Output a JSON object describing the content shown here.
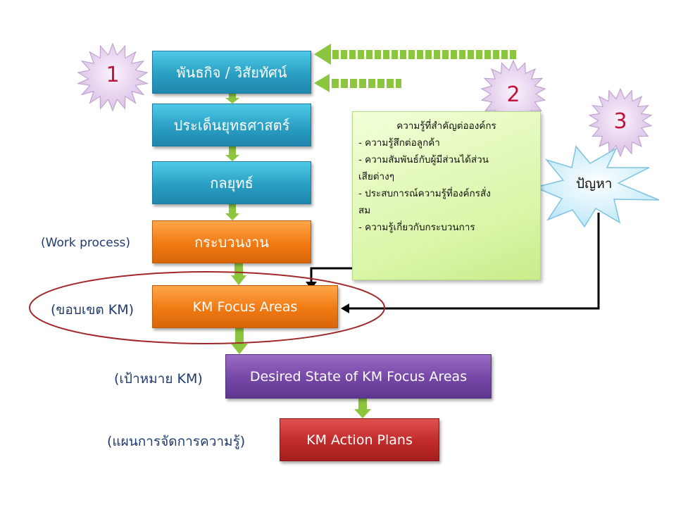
{
  "flow": {
    "mission": "พันธกิจ / วิสัยทัศน์",
    "strategic_issues": "ประเด็นยุทธศาสตร์",
    "strategy": "กลยุทธ์",
    "work_process": "กระบวนงาน",
    "km_focus": "KM Focus Areas",
    "desired_state": "Desired State of KM Focus Areas",
    "action_plans": "KM Action Plans"
  },
  "labels": {
    "work_process": "(Work process)",
    "scope": "(ขอบเขต KM)",
    "goal": "(เป้าหมาย KM)",
    "plan": "(แผนการจัดการความรู้)"
  },
  "badges": [
    "1",
    "2",
    "3"
  ],
  "problem": "ปัญหา",
  "note": {
    "title": "ความรู้ที่สำคัญต่อองค์กร",
    "lines": [
      "- ความรู้สึกต่อลูกค้า",
      "- ความสัมพันธ์กับผู้มีส่วนได้ส่วน",
      "เสียต่างๆ",
      "- ประสบการณ์ความรู้ที่องค์กรสั่ง",
      "สม",
      "- ความรู้เกี่ยวกับกระบวนการ"
    ]
  },
  "colors": {
    "teal": "#2a9fc4",
    "orange": "#f07a12",
    "purple": "#7547a6",
    "red": "#c02a2a",
    "green_arrow": "#8cc63f",
    "star_fill": "#e8d6ef",
    "star_text_1": "#c0143c",
    "callout_fill": "#cdeefa",
    "ellipse": "#a0282a",
    "label_text": "#1f3a6e"
  }
}
